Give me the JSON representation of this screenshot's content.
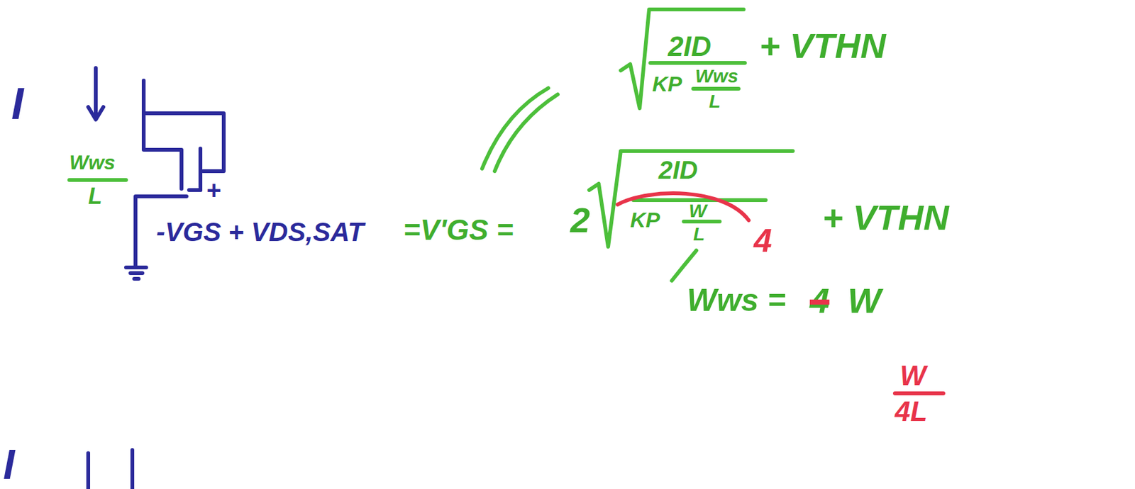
{
  "diagram": {
    "labels": [
      "2ID",
      "KP",
      "Wws",
      "L",
      "+ VTHN",
      "I",
      "Wws",
      "L",
      "+",
      "-VGS + VDS,SAT",
      "=V'GS =",
      "2",
      "2ID",
      "KP",
      "W",
      "L",
      "4",
      "+ VTHN",
      "Wws =",
      "4",
      "W",
      "W",
      "4L",
      "I"
    ]
  }
}
